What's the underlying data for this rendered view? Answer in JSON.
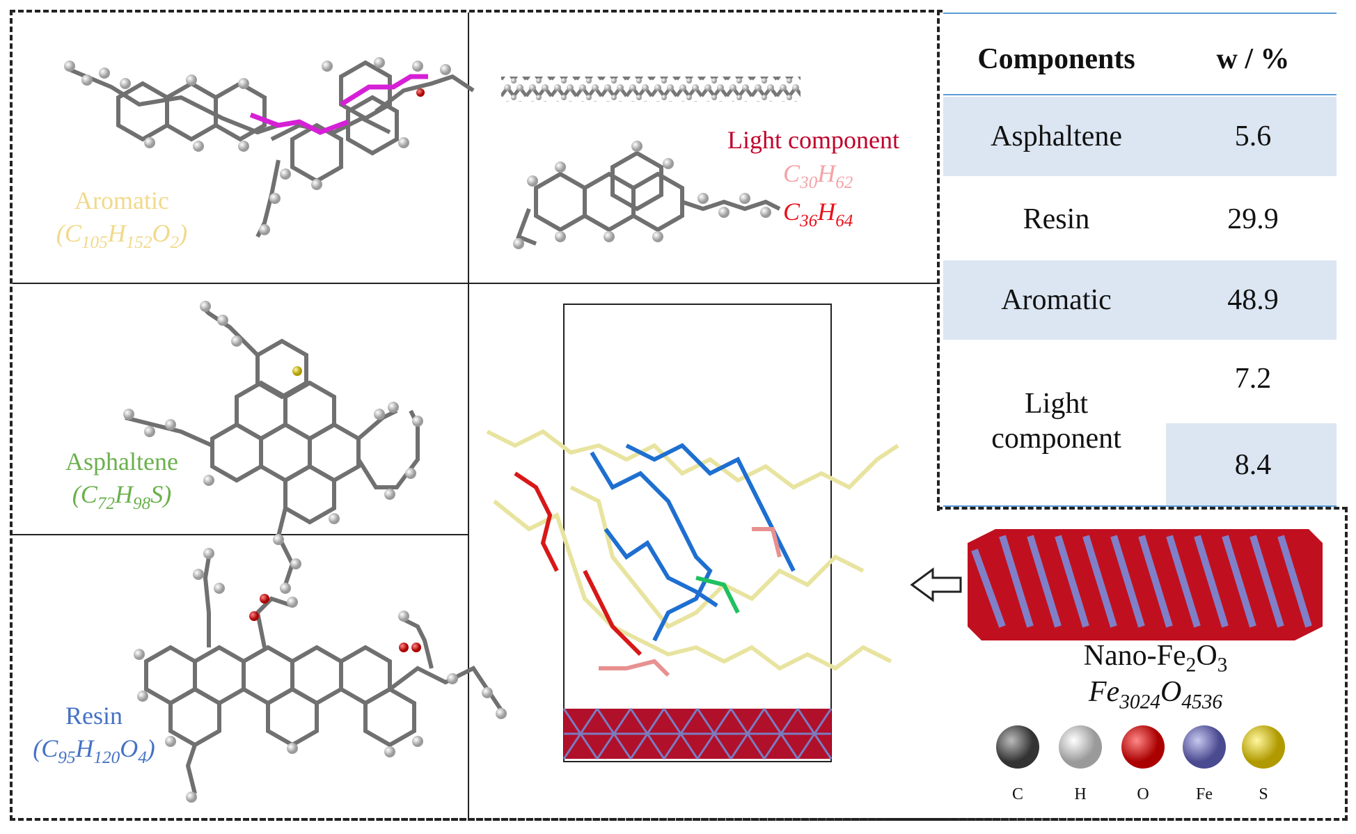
{
  "panels": {
    "aromatic": {
      "name": "Aromatic",
      "formula_parts": [
        "C",
        "105",
        "H",
        "152",
        "O",
        "2"
      ],
      "color": "#f1d98a"
    },
    "asphaltene": {
      "name": "Asphaltene",
      "formula_parts": [
        "C",
        "72",
        "H",
        "98",
        "S",
        ""
      ],
      "color": "#6ab04c"
    },
    "resin": {
      "name": "Resin",
      "formula_parts": [
        "C",
        "95",
        "H",
        "120",
        "O",
        "4"
      ],
      "color": "#4472c4"
    },
    "light": {
      "name": "Light component",
      "color": "#c0002a",
      "formula1": {
        "parts": [
          "C",
          "30",
          "H",
          "62"
        ],
        "color": "#f4a3a8"
      },
      "formula2": {
        "parts": [
          "C",
          "36",
          "H",
          "64"
        ],
        "color": "#e8101a"
      }
    }
  },
  "table": {
    "header": {
      "col1": "Components",
      "col2": "w / %"
    },
    "rows": [
      {
        "name": "Asphaltene",
        "value": "5.6",
        "shaded": true
      },
      {
        "name": "Resin",
        "value": "29.9",
        "shaded": false
      },
      {
        "name": "Aromatic",
        "value": "48.9",
        "shaded": true
      },
      {
        "name": "Light\ncomponent",
        "value": "7.2",
        "value2": "8.4"
      }
    ],
    "shade_color": "#dce6f2",
    "rule_color": "#5b9bd5"
  },
  "nano": {
    "label_main": "Nano-Fe",
    "label_sub1": "2",
    "label_mid": "O",
    "label_sub2": "3",
    "formula": {
      "a": "Fe",
      "a_sub": "3024",
      "b": "O",
      "b_sub": "4536"
    }
  },
  "atoms": [
    {
      "symbol": "C",
      "color": "#555555"
    },
    {
      "symbol": "H",
      "color": "#f2f2f2"
    },
    {
      "symbol": "O",
      "color": "#e0000f"
    },
    {
      "symbol": "Fe",
      "color": "#7b7bc0"
    },
    {
      "symbol": "S",
      "color": "#e8d000"
    }
  ]
}
